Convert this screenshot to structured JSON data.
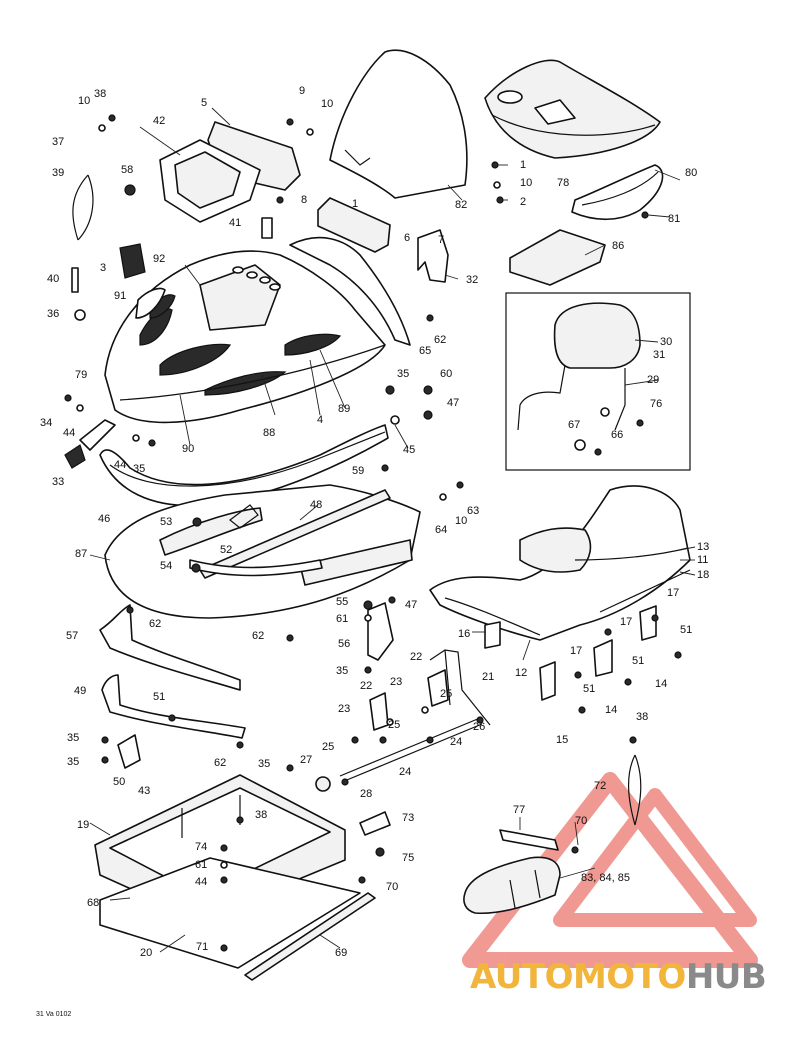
{
  "diagram": {
    "reference_code": "31 Va 0102",
    "callouts": [
      {
        "id": "c-10a",
        "text": "10"
      },
      {
        "id": "c-38a",
        "text": "38"
      },
      {
        "id": "c-37",
        "text": "37"
      },
      {
        "id": "c-39",
        "text": "39"
      },
      {
        "id": "c-5",
        "text": "5"
      },
      {
        "id": "c-42",
        "text": "42"
      },
      {
        "id": "c-9",
        "text": "9"
      },
      {
        "id": "c-10b",
        "text": "10"
      },
      {
        "id": "c-58",
        "text": "58"
      },
      {
        "id": "c-8",
        "text": "8"
      },
      {
        "id": "c-41",
        "text": "41"
      },
      {
        "id": "c-1a",
        "text": "1"
      },
      {
        "id": "c-82",
        "text": "82"
      },
      {
        "id": "c-1b",
        "text": "1"
      },
      {
        "id": "c-10c",
        "text": "10"
      },
      {
        "id": "c-78",
        "text": "78"
      },
      {
        "id": "c-2",
        "text": "2"
      },
      {
        "id": "c-80",
        "text": "80"
      },
      {
        "id": "c-81",
        "text": "81"
      },
      {
        "id": "c-6",
        "text": "6"
      },
      {
        "id": "c-7",
        "text": "7"
      },
      {
        "id": "c-86",
        "text": "86"
      },
      {
        "id": "c-3",
        "text": "3"
      },
      {
        "id": "c-92",
        "text": "92"
      },
      {
        "id": "c-40",
        "text": "40"
      },
      {
        "id": "c-91",
        "text": "91"
      },
      {
        "id": "c-32",
        "text": "32"
      },
      {
        "id": "c-36",
        "text": "36"
      },
      {
        "id": "c-62a",
        "text": "62"
      },
      {
        "id": "c-65",
        "text": "65"
      },
      {
        "id": "c-30",
        "text": "30"
      },
      {
        "id": "c-31",
        "text": "31"
      },
      {
        "id": "c-79",
        "text": "79"
      },
      {
        "id": "c-35a",
        "text": "35"
      },
      {
        "id": "c-60",
        "text": "60"
      },
      {
        "id": "c-29",
        "text": "29"
      },
      {
        "id": "c-34",
        "text": "34"
      },
      {
        "id": "c-44a",
        "text": "44"
      },
      {
        "id": "c-47a",
        "text": "47"
      },
      {
        "id": "c-76",
        "text": "76"
      },
      {
        "id": "c-67",
        "text": "67"
      },
      {
        "id": "c-66",
        "text": "66"
      },
      {
        "id": "c-90",
        "text": "90"
      },
      {
        "id": "c-88",
        "text": "88"
      },
      {
        "id": "c-4",
        "text": "4"
      },
      {
        "id": "c-89",
        "text": "89"
      },
      {
        "id": "c-45",
        "text": "45"
      },
      {
        "id": "c-44b",
        "text": "44"
      },
      {
        "id": "c-35b",
        "text": "35"
      },
      {
        "id": "c-33",
        "text": "33"
      },
      {
        "id": "c-59",
        "text": "59"
      },
      {
        "id": "c-46",
        "text": "46"
      },
      {
        "id": "c-48",
        "text": "48"
      },
      {
        "id": "c-63",
        "text": "63"
      },
      {
        "id": "c-64",
        "text": "64"
      },
      {
        "id": "c-10d",
        "text": "10"
      },
      {
        "id": "c-53",
        "text": "53"
      },
      {
        "id": "c-52",
        "text": "52"
      },
      {
        "id": "c-87",
        "text": "87"
      },
      {
        "id": "c-13",
        "text": "13"
      },
      {
        "id": "c-11",
        "text": "11"
      },
      {
        "id": "c-18",
        "text": "18"
      },
      {
        "id": "c-54",
        "text": "54"
      },
      {
        "id": "c-55",
        "text": "55"
      },
      {
        "id": "c-47b",
        "text": "47"
      },
      {
        "id": "c-61a",
        "text": "61"
      },
      {
        "id": "c-17a",
        "text": "17"
      },
      {
        "id": "c-57",
        "text": "57"
      },
      {
        "id": "c-62b",
        "text": "62"
      },
      {
        "id": "c-62c",
        "text": "62"
      },
      {
        "id": "c-56",
        "text": "56"
      },
      {
        "id": "c-16",
        "text": "16"
      },
      {
        "id": "c-17b",
        "text": "17"
      },
      {
        "id": "c-51a",
        "text": "51"
      },
      {
        "id": "c-35c",
        "text": "35"
      },
      {
        "id": "c-22a",
        "text": "22"
      },
      {
        "id": "c-21",
        "text": "21"
      },
      {
        "id": "c-12",
        "text": "12"
      },
      {
        "id": "c-17c",
        "text": "17"
      },
      {
        "id": "c-51b",
        "text": "51"
      },
      {
        "id": "c-14a",
        "text": "14"
      },
      {
        "id": "c-49",
        "text": "49"
      },
      {
        "id": "c-22b",
        "text": "22"
      },
      {
        "id": "c-23a",
        "text": "23"
      },
      {
        "id": "c-51c",
        "text": "51"
      },
      {
        "id": "c-51d",
        "text": "51"
      },
      {
        "id": "c-14b",
        "text": "14"
      },
      {
        "id": "c-23b",
        "text": "23"
      },
      {
        "id": "c-25a",
        "text": "25"
      },
      {
        "id": "c-25b",
        "text": "25"
      },
      {
        "id": "c-26",
        "text": "26"
      },
      {
        "id": "c-38b",
        "text": "38"
      },
      {
        "id": "c-35d",
        "text": "35"
      },
      {
        "id": "c-62d",
        "text": "62"
      },
      {
        "id": "c-15",
        "text": "15"
      },
      {
        "id": "c-35e",
        "text": "35"
      },
      {
        "id": "c-25c",
        "text": "25"
      },
      {
        "id": "c-24a",
        "text": "24"
      },
      {
        "id": "c-50",
        "text": "50"
      },
      {
        "id": "c-43",
        "text": "43"
      },
      {
        "id": "c-35f",
        "text": "35"
      },
      {
        "id": "c-27",
        "text": "27"
      },
      {
        "id": "c-24b",
        "text": "24"
      },
      {
        "id": "c-72",
        "text": "72"
      },
      {
        "id": "c-28",
        "text": "28"
      },
      {
        "id": "c-19",
        "text": "19"
      },
      {
        "id": "c-38c",
        "text": "38"
      },
      {
        "id": "c-73",
        "text": "73"
      },
      {
        "id": "c-77",
        "text": "77"
      },
      {
        "id": "c-70a",
        "text": "70"
      },
      {
        "id": "c-74",
        "text": "74"
      },
      {
        "id": "c-75",
        "text": "75"
      },
      {
        "id": "c-61b",
        "text": "61"
      },
      {
        "id": "c-44c",
        "text": "44"
      },
      {
        "id": "c-70b",
        "text": "70"
      },
      {
        "id": "c-83",
        "text": "83, 84, 85"
      },
      {
        "id": "c-68",
        "text": "68"
      },
      {
        "id": "c-71",
        "text": "71"
      },
      {
        "id": "c-69",
        "text": "69"
      },
      {
        "id": "c-20",
        "text": "20"
      }
    ]
  },
  "watermark": {
    "brand_part1": "AUTOMOTO",
    "brand_part2": "HUB",
    "colors": {
      "part1": "#f2b53c",
      "part2": "#8a8a8a",
      "triangle": "#e4473a"
    }
  }
}
